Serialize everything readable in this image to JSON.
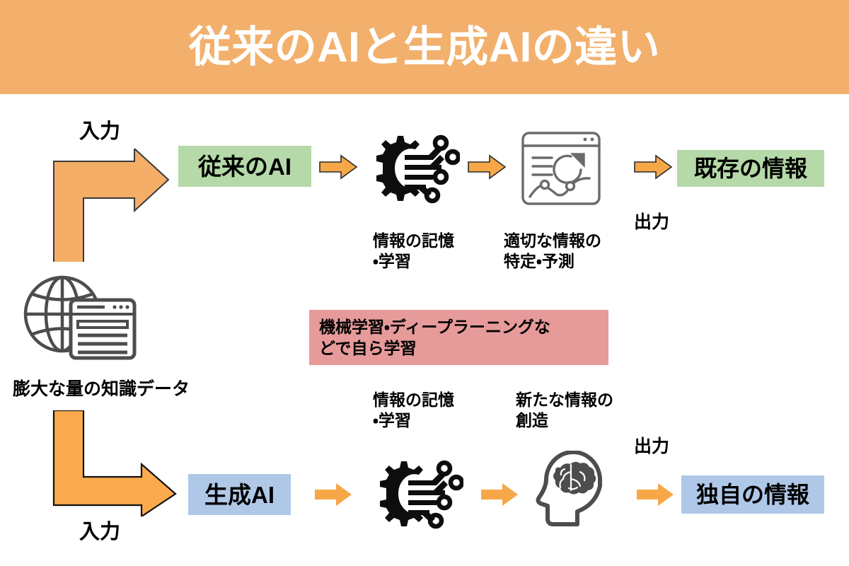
{
  "header": {
    "title": "従来のAIと生成AIの違い",
    "bg_color": "#f2b06c",
    "text_color": "#ffffff"
  },
  "colors": {
    "orange_header": "#f2b06c",
    "orange_arrow": "#f6a848",
    "orange_arrow_light": "#f4ae68",
    "green_box": "#b5d9a8",
    "blue_box": "#afc8e8",
    "pink_box": "#e79a9a",
    "icon_gray": "#4d4d4d",
    "icon_black": "#111111",
    "text_black": "#000000"
  },
  "source": {
    "icon_name": "globe-document-icon",
    "caption": "膨大な量の知識データ"
  },
  "top_flow": {
    "input_label": "入力",
    "category": "従来のAI",
    "category_style": "green",
    "step1_icon": "gear-circuit-icon",
    "step1_caption": "情報の記憶\n・学習",
    "step2_icon": "analytics-window-icon",
    "step2_caption": "適切な情報の\n特定・予測",
    "output_label": "出力",
    "result": "既存の情報",
    "result_style": "green"
  },
  "middle_note": {
    "text": "機械学習・ディープラーニングな\nどで自ら学習"
  },
  "bottom_flow": {
    "input_label": "入力",
    "category": "生成AI",
    "category_style": "blue",
    "step1_icon": "gear-circuit-icon",
    "step1_caption": "情報の記憶\n・学習",
    "step2_icon": "brain-head-icon",
    "step2_caption": "新たな情報の\n創造",
    "output_label": "出力",
    "result": "独自の情報",
    "result_style": "blue"
  },
  "arrows": {
    "elbow_top_name": "elbow-arrow-input-top",
    "elbow_bottom_name": "elbow-arrow-input-bottom",
    "chevron_name": "chevron-right-arrow"
  }
}
